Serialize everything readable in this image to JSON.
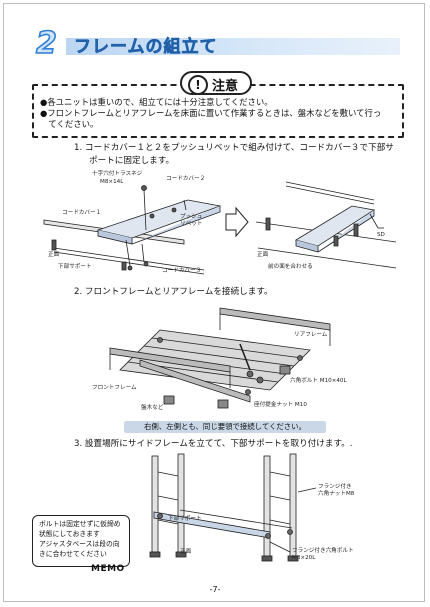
{
  "header": {
    "number": "2",
    "title": "フレームの組立て"
  },
  "caution": {
    "label": "注意",
    "lines": [
      "●各ユニットは重いので、組立てには十分注意してください。",
      "●フロントフレームとリアフレームを床面に置いて作業するときは、盤木などを敷いて行っ",
      "　てください。"
    ]
  },
  "step1": {
    "text_line1": "1. コードカバー１と２をプッシュリベットで組み付けて、コードカバー３で下部サ",
    "text_line2": "ポートに固定します。",
    "labels": {
      "screw": "十字穴付トラスネジ",
      "screw_size": "M8×14L",
      "cover2": "コードカバー２",
      "cover1": "コードカバー１",
      "rivet": "プッシュ\nリベット",
      "front": "正面",
      "lower_support": "下部サポート",
      "cover3": "コードカバー３",
      "front2": "正面",
      "align": "前の面を合わせる",
      "sd": "SD"
    }
  },
  "step2": {
    "text": "2. フロントフレームとリアフレームを接続します。",
    "labels": {
      "rear": "リアフレーム",
      "front_frame": "フロントフレーム",
      "bolt": "六角ボルト M10×40L",
      "washer": "盤木など",
      "nut": "座付提金ナット M10"
    },
    "note": "右側、左側とも、同じ要領で接続してください。"
  },
  "step3": {
    "text": "3. 設置場所にサイドフレームを立てて、下部サポートを取り付けます。.",
    "labels": {
      "flange_nut": "フランジ付き\n六角ナットM8",
      "lower_support": "下部サポート",
      "front": "正面",
      "flange_bolt": "フランジ付き六角ボルト\nM8×20L"
    }
  },
  "memo": {
    "lines": [
      "ボルトは固定せずに仮締め",
      "状態にしておきます",
      "アジャスタベースは段の向",
      "きに合わせてください"
    ],
    "tag": "MEMO"
  },
  "page_number": "-7-"
}
